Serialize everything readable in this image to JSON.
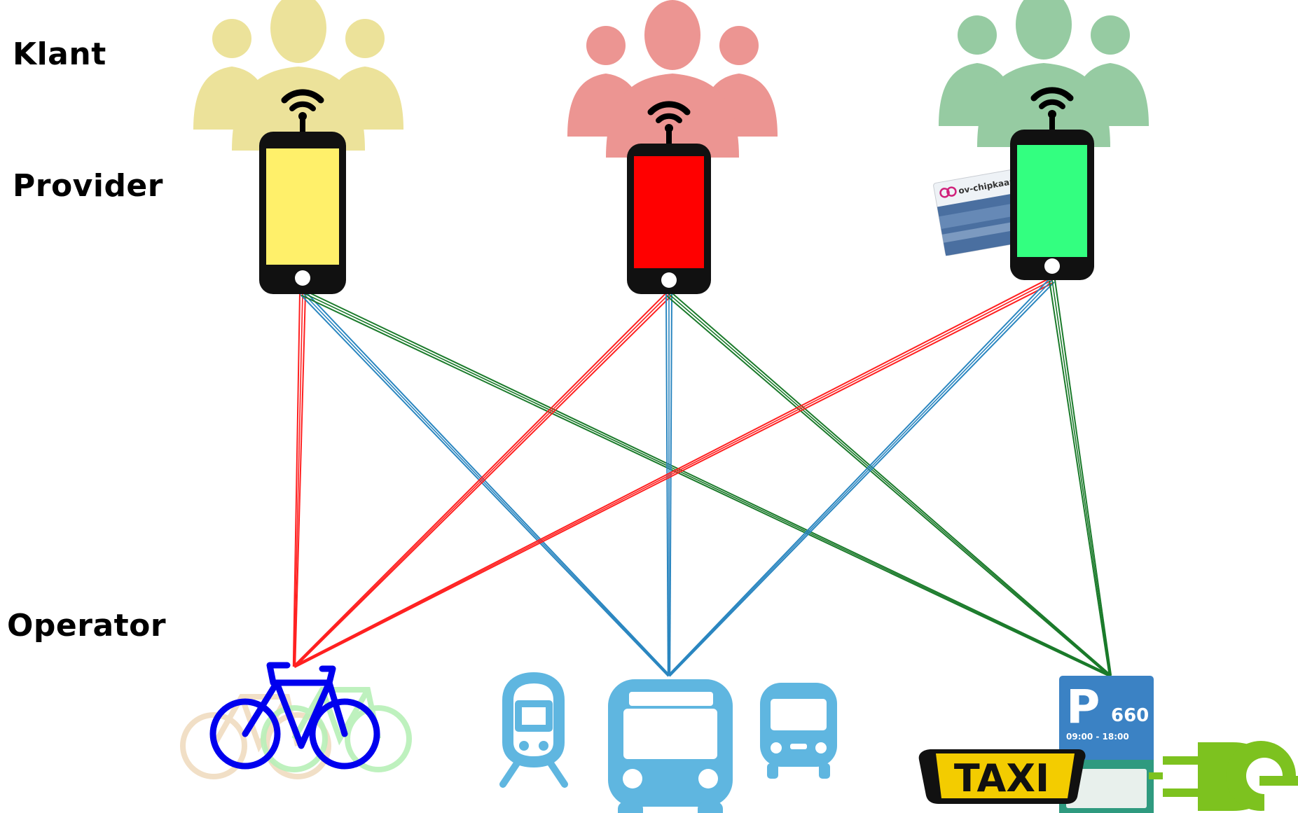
{
  "row_labels": {
    "customer": "Klant",
    "provider": "Provider",
    "operator": "Operator"
  },
  "providers": [
    {
      "id": "yellow",
      "people_color": "#ece29a",
      "screen_color": "#fff06a"
    },
    {
      "id": "red",
      "people_color": "#ec9592",
      "screen_color": "#ff0000"
    },
    {
      "id": "green",
      "people_color": "#96cba2",
      "screen_color": "#33ff80"
    }
  ],
  "operators": [
    {
      "id": "bike",
      "icon": "bicycle-icon"
    },
    {
      "id": "public-transport",
      "icon": "bus-icon"
    },
    {
      "id": "parking-taxi-charging",
      "icon": "parking-sign-icon"
    }
  ],
  "connection_colors": {
    "to_bike": "#ff2020",
    "to_public_transport": "#2a86c0",
    "to_parking": "#1a7a2a"
  },
  "ov_card": {
    "title": "ov-chipkaart"
  },
  "parking_sign": {
    "letter": "P",
    "number": "660",
    "hours": "09:00 - 18:00"
  },
  "taxi_sign": {
    "text": "TAXI"
  },
  "icon_colors": {
    "transit_blue": "#5fb6e0",
    "bike_blue": "#0000ee",
    "charger_green": "#7dc21f",
    "taxi_yellow": "#f3cc00",
    "parking_blue": "#3b82c4"
  }
}
